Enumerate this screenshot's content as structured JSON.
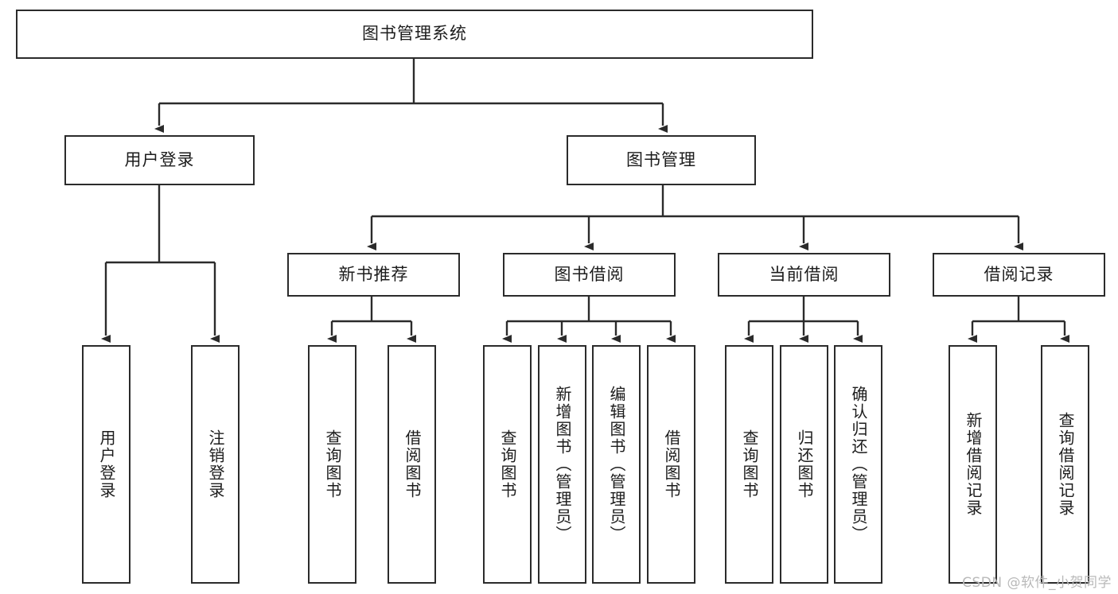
{
  "diagram": {
    "title": "图书管理系统",
    "type": "tree-hierarchy-diagram",
    "watermark": "CSDN @软件_小贺同学",
    "colors": {
      "background": "#ffffff",
      "box_fill": "#ffffff",
      "box_border": "#2b2b2b",
      "edge": "#2b2b2b",
      "text": "#1c1c1c",
      "watermark": "#b9b9b9"
    },
    "levels": {
      "root": {
        "label": "图书管理系统"
      },
      "level2": [
        {
          "label": "用户登录"
        },
        {
          "label": "图书管理"
        }
      ],
      "level3": [
        {
          "label": "新书推荐"
        },
        {
          "label": "图书借阅"
        },
        {
          "label": "当前借阅"
        },
        {
          "label": "借阅记录"
        }
      ],
      "leaves": {
        "user_login": [
          {
            "label": "用户登录"
          },
          {
            "label": "注销登录"
          }
        ],
        "new_book_recommend": [
          {
            "label": "查询图书"
          },
          {
            "label": "借阅图书"
          }
        ],
        "book_borrow": [
          {
            "label": "查询图书"
          },
          {
            "label": "新增图书（管理员）"
          },
          {
            "label": "编辑图书（管理员）"
          },
          {
            "label": "借阅图书"
          }
        ],
        "current_borrow": [
          {
            "label": "查询图书"
          },
          {
            "label": "归还图书"
          },
          {
            "label": "确认归还（管理员）"
          }
        ],
        "borrow_record": [
          {
            "label": "新增借阅记录"
          },
          {
            "label": "查询借阅记录"
          }
        ]
      }
    }
  }
}
